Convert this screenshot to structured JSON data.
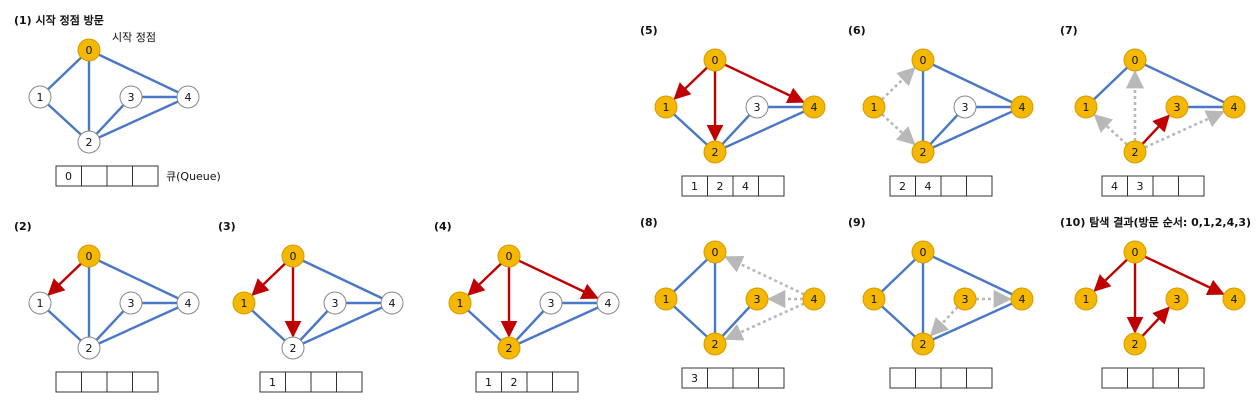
{
  "colors": {
    "edge": "#4a78c6",
    "tree_edge": "#c00000",
    "dotted_edge": "#b8b8b8",
    "visited_fill": "#f5b800",
    "visited_stroke": "#d49a00",
    "unvisited_fill": "#ffffff",
    "unvisited_stroke": "#888888"
  },
  "start_vertex_note": "시작 정점",
  "queue_note": "큐(Queue)",
  "panels": [
    {
      "id": "1",
      "label": "(1) 시작 정점 방문",
      "visited": [
        "0"
      ],
      "red": [],
      "dotted": [],
      "queue": [
        "0",
        "",
        "",
        ""
      ]
    },
    {
      "id": "2",
      "label": "(2)",
      "visited": [
        "0"
      ],
      "red": [
        [
          "0",
          "1"
        ]
      ],
      "dotted": [],
      "queue": [
        "",
        "",
        "",
        ""
      ]
    },
    {
      "id": "3",
      "label": "(3)",
      "visited": [
        "0",
        "1"
      ],
      "red": [
        [
          "0",
          "1"
        ],
        [
          "0",
          "2"
        ]
      ],
      "dotted": [],
      "queue": [
        "1",
        "",
        "",
        ""
      ]
    },
    {
      "id": "4",
      "label": "(4)",
      "visited": [
        "0",
        "1",
        "2"
      ],
      "red": [
        [
          "0",
          "1"
        ],
        [
          "0",
          "2"
        ],
        [
          "0",
          "4"
        ]
      ],
      "dotted": [],
      "queue": [
        "1",
        "2",
        "",
        ""
      ]
    },
    {
      "id": "5",
      "label": "(5)",
      "visited": [
        "0",
        "1",
        "2",
        "4"
      ],
      "red": [
        [
          "0",
          "1"
        ],
        [
          "0",
          "2"
        ],
        [
          "0",
          "4"
        ]
      ],
      "dotted": [],
      "queue": [
        "1",
        "2",
        "4",
        ""
      ]
    },
    {
      "id": "6",
      "label": "(6)",
      "visited": [
        "0",
        "1",
        "2",
        "4"
      ],
      "red": [],
      "dotted": [
        [
          "1",
          "0"
        ],
        [
          "1",
          "2"
        ]
      ],
      "queue": [
        "2",
        "4",
        "",
        ""
      ]
    },
    {
      "id": "7",
      "label": "(7)",
      "visited": [
        "0",
        "1",
        "2",
        "3",
        "4"
      ],
      "red": [
        [
          "2",
          "3"
        ]
      ],
      "dotted": [
        [
          "2",
          "0"
        ],
        [
          "2",
          "1"
        ],
        [
          "2",
          "4"
        ]
      ],
      "queue": [
        "4",
        "3",
        "",
        ""
      ]
    },
    {
      "id": "8",
      "label": "(8)",
      "visited": [
        "0",
        "1",
        "2",
        "3",
        "4"
      ],
      "red": [],
      "dotted": [
        [
          "4",
          "0"
        ],
        [
          "4",
          "3"
        ],
        [
          "4",
          "2"
        ]
      ],
      "queue": [
        "3",
        "",
        "",
        ""
      ]
    },
    {
      "id": "9",
      "label": "(9)",
      "visited": [
        "0",
        "1",
        "2",
        "3",
        "4"
      ],
      "red": [],
      "dotted": [
        [
          "3",
          "4"
        ],
        [
          "3",
          "2"
        ]
      ],
      "queue": [
        "",
        "",
        "",
        ""
      ]
    },
    {
      "id": "10",
      "label": "(10) 탐색 결과(방문 순서: 0,1,2,4,3)",
      "visited": [
        "0",
        "1",
        "2",
        "3",
        "4"
      ],
      "red": [
        [
          "0",
          "1"
        ],
        [
          "0",
          "2"
        ],
        [
          "0",
          "4"
        ],
        [
          "2",
          "3"
        ]
      ],
      "dotted": [],
      "hide_blue": true,
      "queue": [
        "",
        "",
        "",
        ""
      ]
    }
  ],
  "graph": {
    "vertices": [
      "0",
      "1",
      "2",
      "3",
      "4"
    ],
    "edges": [
      [
        "0",
        "1"
      ],
      [
        "0",
        "2"
      ],
      [
        "0",
        "4"
      ],
      [
        "1",
        "2"
      ],
      [
        "2",
        "3"
      ],
      [
        "2",
        "4"
      ],
      [
        "3",
        "4"
      ]
    ]
  }
}
